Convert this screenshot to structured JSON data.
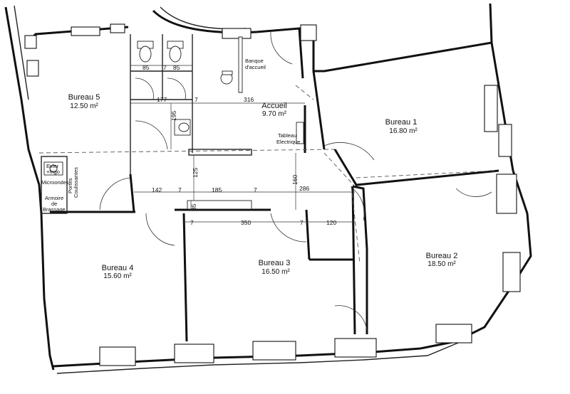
{
  "rooms": {
    "bureau5": {
      "name": "Bureau 5",
      "area": "12.50 m²"
    },
    "accueil": {
      "name": "Accueil",
      "area": "9.70 m²"
    },
    "bureau1": {
      "name": "Bureau 1",
      "area": "16.80 m²"
    },
    "bureau2": {
      "name": "Bureau 2",
      "area": "18.50 m²"
    },
    "bureau3": {
      "name": "Bureau 3",
      "area": "16.50 m²"
    },
    "bureau4": {
      "name": "Bureau 4",
      "area": "15.60 m²"
    }
  },
  "labels": {
    "banque_line1": "Banque",
    "banque_line2": "d'accueil",
    "tableau_line1": "Tableau",
    "tableau_line2": "Electrique",
    "evier_line1": "Evier",
    "evier_line2": "+frigo",
    "microondes": "Microondes",
    "armoire_line1": "Armoire",
    "armoire_line2": "de",
    "armoire_line3": "Brassage",
    "portes_line1": "Portes",
    "portes_line2": "Coulissantes"
  },
  "dimensions": {
    "wc_left": "85",
    "wc_sep": "7",
    "wc_right": "85",
    "d177": "177",
    "d7a": "7",
    "d316": "316",
    "d195": "195",
    "d125": "125",
    "d160": "160",
    "d142": "142",
    "d7b": "7",
    "d185": "185",
    "d7c": "7",
    "d286": "286",
    "d35": "35",
    "d7d": "7",
    "d350": "350",
    "d7e": "7",
    "d120": "120"
  }
}
